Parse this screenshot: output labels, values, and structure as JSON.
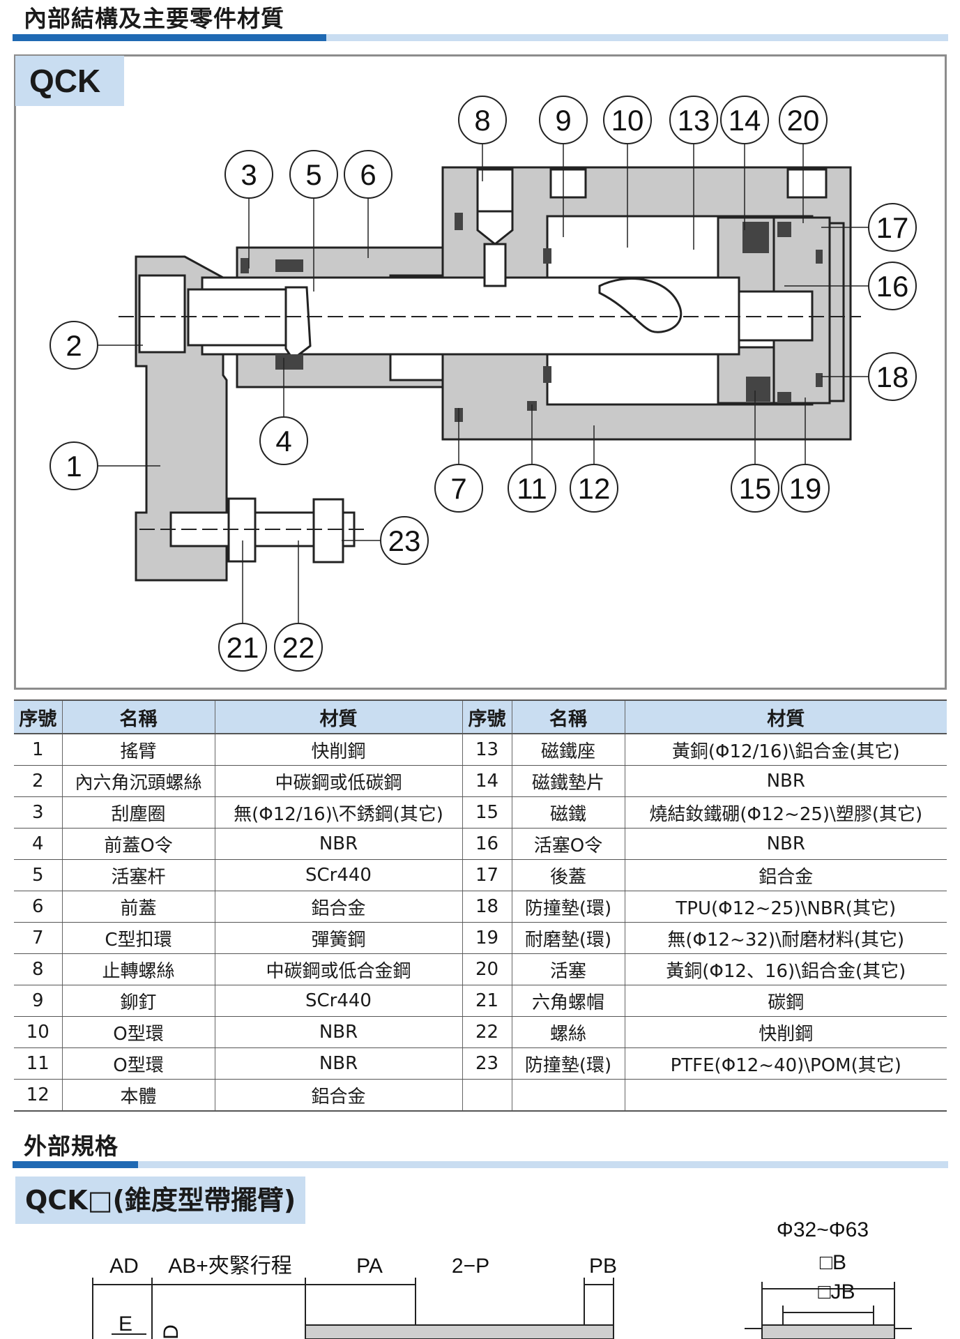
{
  "section1": {
    "title": "內部結構及主要零件材質",
    "model": "QCK"
  },
  "diagram": {
    "callouts": [
      "1",
      "2",
      "3",
      "4",
      "5",
      "6",
      "7",
      "8",
      "9",
      "10",
      "11",
      "12",
      "13",
      "14",
      "15",
      "16",
      "17",
      "18",
      "19",
      "20",
      "21",
      "22",
      "23"
    ]
  },
  "parts_table": {
    "headers": [
      "序號",
      "名稱",
      "材質",
      "序號",
      "名稱",
      "材質"
    ],
    "rows": [
      [
        "1",
        "搖臂",
        "快削鋼",
        "13",
        "磁鐵座",
        "黃銅(Φ12/16)\\鋁合金(其它)"
      ],
      [
        "2",
        "內六角沉頭螺絲",
        "中碳鋼或低碳鋼",
        "14",
        "磁鐵墊片",
        "NBR"
      ],
      [
        "3",
        "刮塵圈",
        "無(Φ12/16)\\不銹鋼(其它)",
        "15",
        "磁鐵",
        "燒結釹鐵硼(Φ12~25)\\塑膠(其它)"
      ],
      [
        "4",
        "前蓋O令",
        "NBR",
        "16",
        "活塞O令",
        "NBR"
      ],
      [
        "5",
        "活塞杆",
        "SCr440",
        "17",
        "後蓋",
        "鋁合金"
      ],
      [
        "6",
        "前蓋",
        "鋁合金",
        "18",
        "防撞墊(環)",
        "TPU(Φ12~25)\\NBR(其它)"
      ],
      [
        "7",
        "C型扣環",
        "彈簧鋼",
        "19",
        "耐磨墊(環)",
        "無(Φ12~32)\\耐磨材料(其它)"
      ],
      [
        "8",
        "止轉螺絲",
        "中碳鋼或低合金鋼",
        "20",
        "活塞",
        "黃銅(Φ12、16)\\鋁合金(其它)"
      ],
      [
        "9",
        "鉚釘",
        "SCr440",
        "21",
        "六角螺帽",
        "碳鋼"
      ],
      [
        "10",
        "O型環",
        "NBR",
        "22",
        "螺絲",
        "快削鋼"
      ],
      [
        "11",
        "O型環",
        "NBR",
        "23",
        "防撞墊(環)",
        "PTFE(Φ12~40)\\POM(其它)"
      ],
      [
        "12",
        "本體",
        "鋁合金",
        "",
        "",
        ""
      ]
    ]
  },
  "section2": {
    "title": "外部規格",
    "model": "QCK□(錐度型帶擺臂)"
  },
  "dimension_drawing": {
    "range_label": "Φ32~Φ63",
    "labels": [
      "AD",
      "AB+夾緊行程",
      "PA",
      "2−P",
      "PB",
      "E",
      "D",
      "□B",
      "□JB"
    ]
  }
}
